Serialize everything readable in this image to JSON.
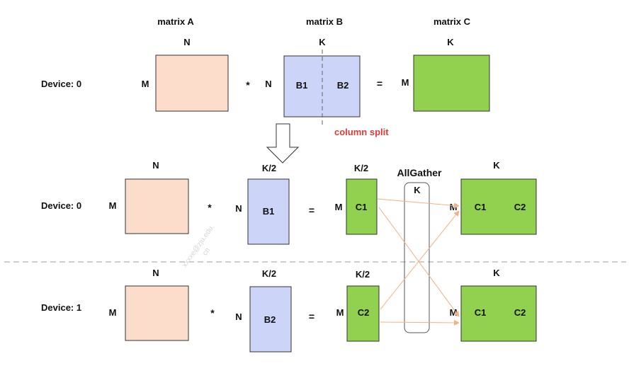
{
  "colors": {
    "matrix_a": "#fcdcca",
    "matrix_b": "#ccd4f8",
    "matrix_c": "#92d050",
    "arrow": "#f4b183",
    "split_text": "#e53935",
    "divider": "#9e9e9e"
  },
  "top": {
    "headers": {
      "a": "matrix A",
      "b": "matrix B",
      "c": "matrix C"
    },
    "device_label": "Device: 0",
    "a_top": "N",
    "a_side": "M",
    "op_mul": "*",
    "b_top": "K",
    "b_side": "N",
    "b_left": "B1",
    "b_right": "B2",
    "op_eq": "=",
    "c_top": "K",
    "c_side": "M",
    "split_label": "column split"
  },
  "devices": [
    {
      "label": "Device: 0",
      "a_top": "N",
      "a_side": "M",
      "op_mul": "*",
      "b_top": "K/2",
      "b_side": "N",
      "b_label": "B1",
      "op_eq": "=",
      "c_top": "K/2",
      "c_side": "M",
      "c_label": "C1",
      "out_top": "K",
      "out_side": "M",
      "out_left": "C1",
      "out_right": "C2"
    },
    {
      "label": "Device: 1",
      "a_top": "N",
      "a_side": "M",
      "op_mul": "*",
      "b_top": "K/2",
      "b_side": "N",
      "b_label": "B2",
      "op_eq": "=",
      "c_top": "K/2",
      "c_side": "M",
      "c_label": "C2",
      "out_top": "K",
      "out_side": "M",
      "out_left": "C1",
      "out_right": "C2"
    }
  ],
  "allgather": {
    "title": "AllGather",
    "dim": "K"
  },
  "watermark": {
    "line1": "xxxxe@zju.edu.",
    "line2": "cn"
  }
}
